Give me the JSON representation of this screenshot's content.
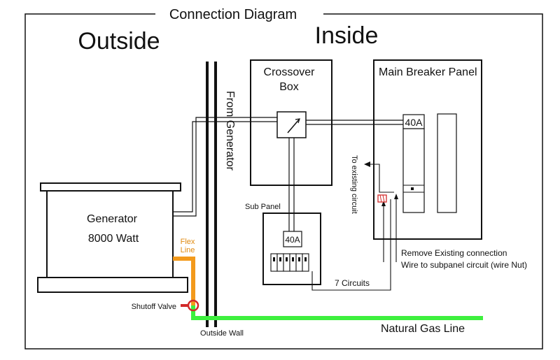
{
  "title": "Connection Diagram",
  "labels": {
    "outside": "Outside",
    "inside": "Inside",
    "crossover_line1": "Crossover",
    "crossover_line2": "Box",
    "main_panel": "Main Breaker Panel",
    "generator_line1": "Generator",
    "generator_line2": "8000 Watt",
    "flex_line1": "Flex",
    "flex_line2": "Line",
    "from_generator": "From Generator",
    "to_existing_circuit": "To existing circuit",
    "sub_panel": "Sub Panel",
    "sub_breaker": "40A",
    "main_breaker": "40A",
    "seven_circuits": "7 Circuits",
    "remove_existing": "Remove Existing connection",
    "wire_to_subpanel": "Wire to subpanel circuit (wire Nut)",
    "shutoff_valve": "Shutoff Valve",
    "outside_wall": "Outside Wall",
    "natural_gas_line": "Natural Gas Line"
  },
  "colors": {
    "line": "#111111",
    "flex_line": "#f39a1c",
    "gas_line": "#3ef03e",
    "valve": "#d22a2a",
    "flex_label": "#e08a10"
  }
}
